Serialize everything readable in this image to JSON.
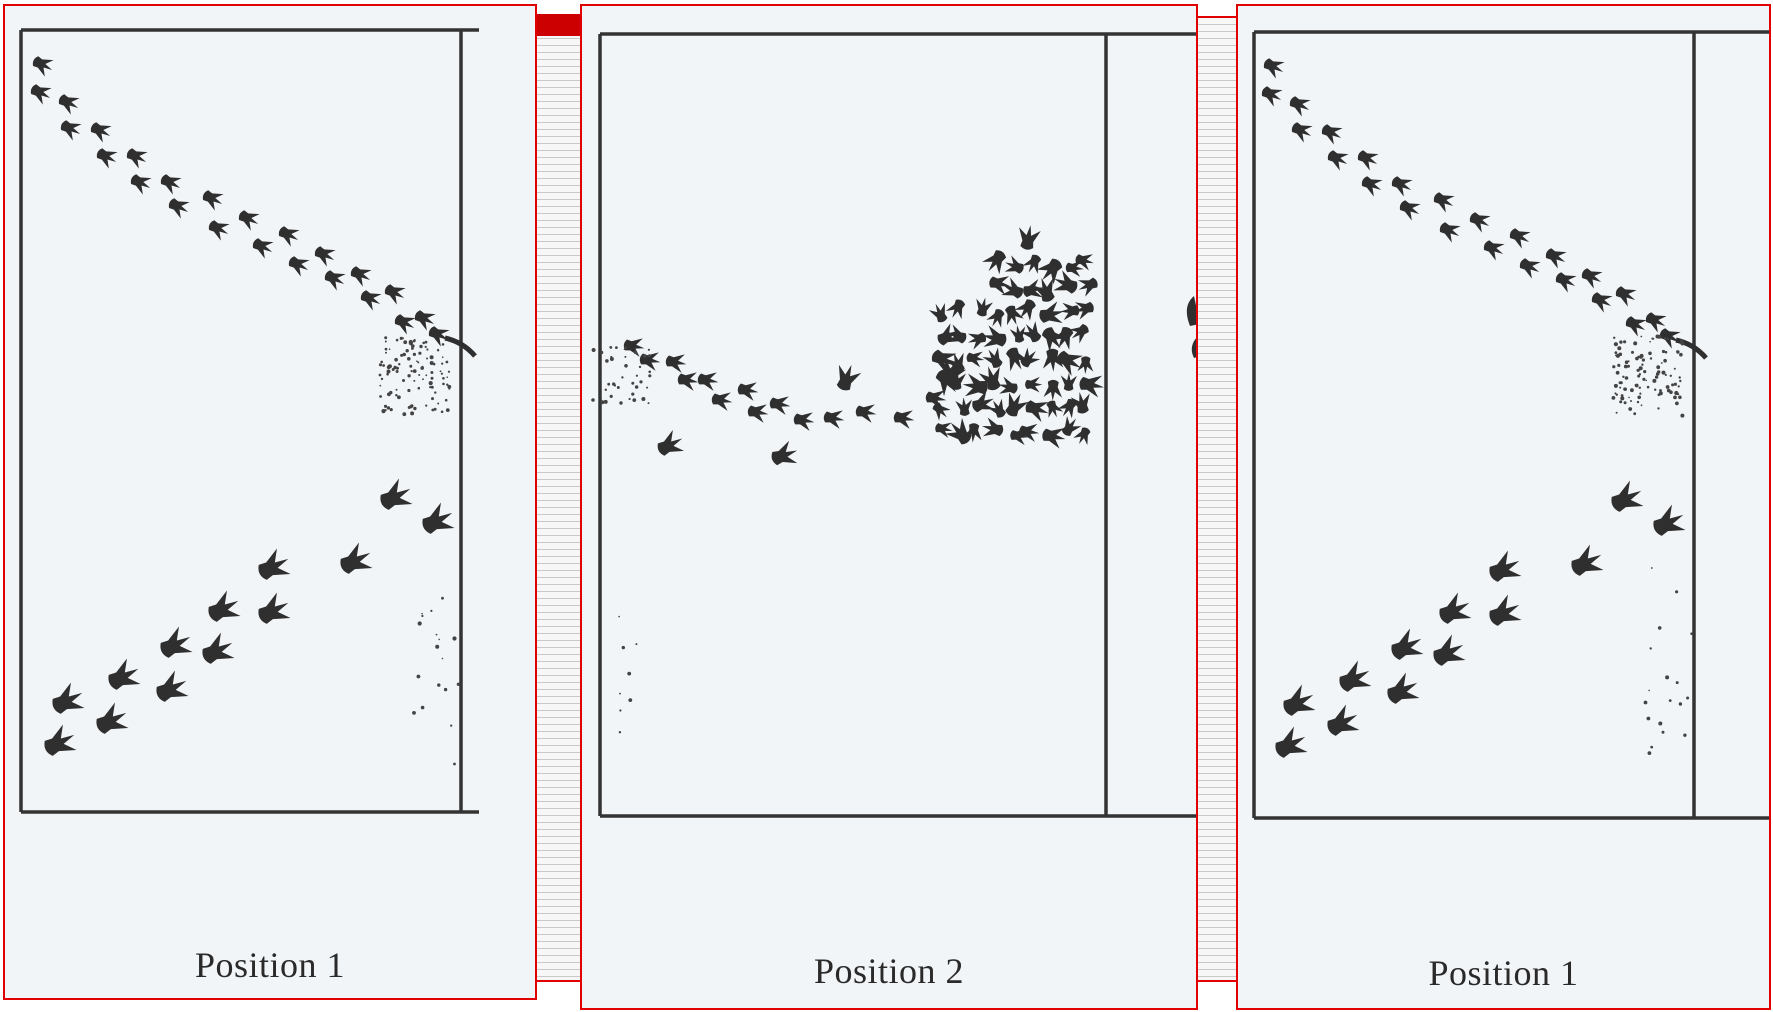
{
  "panels": [
    {
      "id": "left",
      "caption": "Position 1"
    },
    {
      "id": "middle",
      "caption": "Position 2"
    },
    {
      "id": "right",
      "caption": "Position 1"
    }
  ],
  "colors": {
    "frame_border": "#e00000",
    "paper": "#f2f5f8",
    "ink": "#2f2f2f"
  },
  "icons": {
    "footprint": "dinosaur-footprint-icon"
  }
}
